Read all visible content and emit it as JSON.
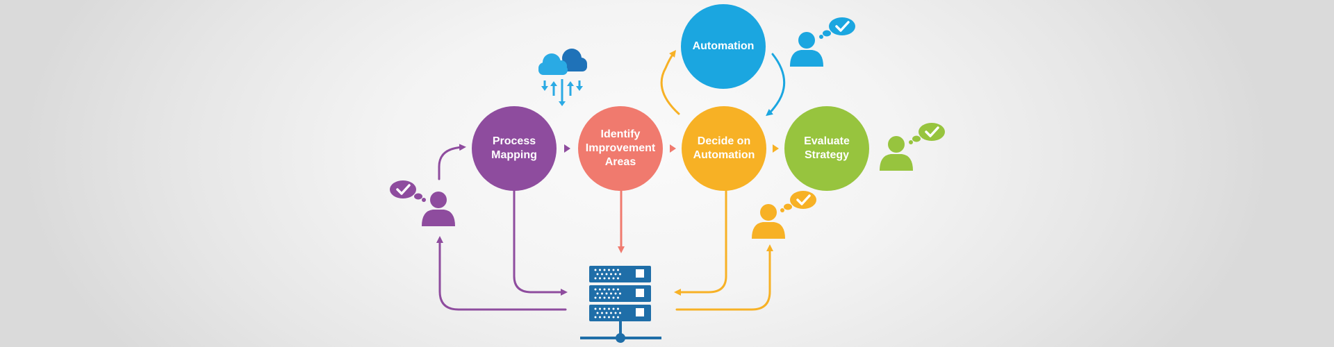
{
  "diagram": {
    "title": "Process automation workflow",
    "colors": {
      "process_mapping": "#8e4c9e",
      "identify": "#f07a6e",
      "decide": "#f7b125",
      "evaluate": "#97c43e",
      "automation": "#1ba6e0",
      "server": "#1f6ea8",
      "cloud_light": "#2aaae4",
      "cloud_dark": "#1f72b8"
    },
    "nodes": [
      {
        "id": "process_mapping",
        "label": "Process\nMapping"
      },
      {
        "id": "identify",
        "label": "Identify\nImprovement\nAreas"
      },
      {
        "id": "decide",
        "label": "Decide on\nAutomation"
      },
      {
        "id": "evaluate",
        "label": "Evaluate\nStrategy"
      },
      {
        "id": "automation",
        "label": "Automation"
      }
    ],
    "flow": [
      {
        "from": "process_mapping",
        "to": "identify"
      },
      {
        "from": "identify",
        "to": "decide"
      },
      {
        "from": "decide",
        "to": "evaluate"
      },
      {
        "from": "decide",
        "to": "automation"
      },
      {
        "from": "automation",
        "to": "decide"
      },
      {
        "from": "process_mapping",
        "to": "server"
      },
      {
        "from": "identify",
        "to": "server"
      },
      {
        "from": "decide",
        "to": "server"
      },
      {
        "from": "server",
        "to": "user_purple"
      },
      {
        "from": "server",
        "to": "user_orange"
      },
      {
        "from": "user_purple",
        "to": "process_mapping"
      }
    ],
    "icons": {
      "cloud": "cloud-sync-icon",
      "server": "server-rack-icon",
      "users": [
        "user-approval-icon-purple",
        "user-approval-icon-blue",
        "user-approval-icon-green",
        "user-approval-icon-orange"
      ]
    }
  }
}
